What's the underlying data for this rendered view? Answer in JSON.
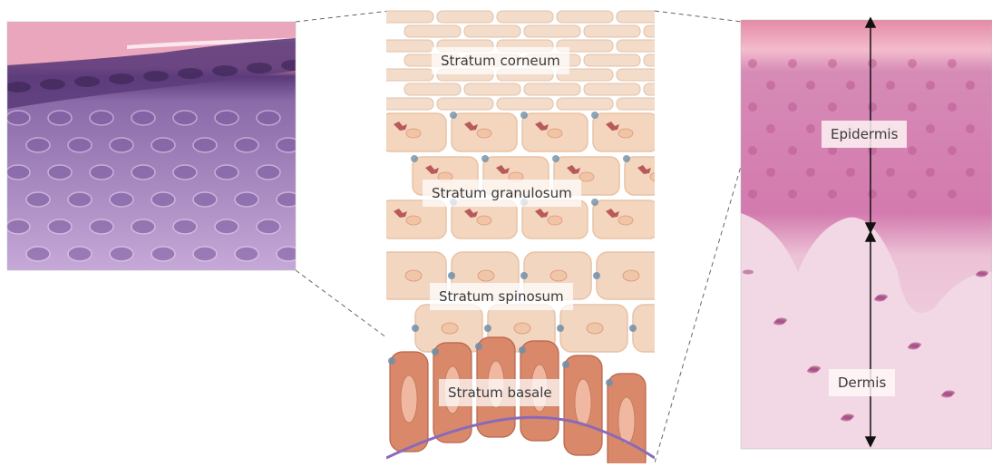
{
  "figure": {
    "background": "#ffffff",
    "micrograph_left": {
      "colors": {
        "corneum": "#e8a4b8",
        "granular": "#5c3a7a",
        "spinous": "#b89ad0",
        "nucleus": "#7a5a9e"
      }
    },
    "schematic": {
      "layers": [
        {
          "id": "corneum",
          "label": "Stratum corneum",
          "color": "#f3dcc9"
        },
        {
          "id": "granulosum",
          "label": "Stratum granulosum",
          "color": "#f4d5bd"
        },
        {
          "id": "spinosum",
          "label": "Stratum spinosum",
          "color": "#f3d6c0"
        },
        {
          "id": "basale",
          "label": "Stratum basale",
          "color": "#d9896a"
        }
      ],
      "granule_color": "#b85a5a",
      "desmosome_color": "#6f8ea8",
      "basement_membrane_color": "#8a6ab8"
    },
    "micrograph_right": {
      "labels": {
        "epidermis": "Epidermis",
        "dermis": "Dermis"
      },
      "colors": {
        "corneum": "#e38aa8",
        "epidermis": "#d98ab8",
        "dermis": "#f0d6e4"
      }
    }
  }
}
